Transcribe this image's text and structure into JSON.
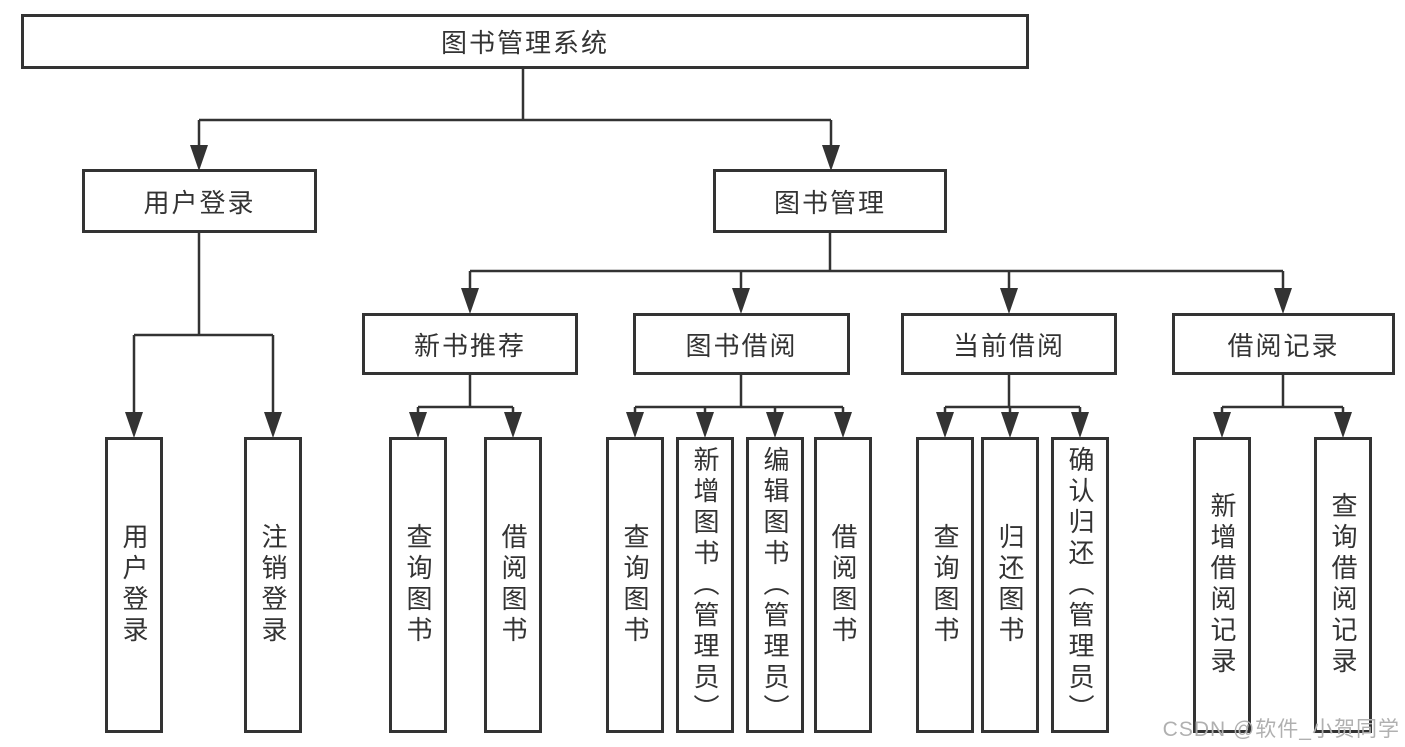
{
  "diagram_title": "图书管理系统",
  "tree": {
    "root": "图书管理系统",
    "branches": [
      {
        "label": "用户登录",
        "children": [
          "用户登录",
          "注销登录"
        ]
      },
      {
        "label": "图书管理",
        "groups": [
          {
            "label": "新书推荐",
            "children": [
              "查询图书",
              "借阅图书"
            ]
          },
          {
            "label": "图书借阅",
            "children": [
              "查询图书",
              "新增图书（管理员）",
              "编辑图书（管理员）",
              "借阅图书"
            ]
          },
          {
            "label": "当前借阅",
            "children": [
              "查询图书",
              "归还图书",
              "确认归还（管理员）"
            ]
          },
          {
            "label": "借阅记录",
            "children": [
              "新增借阅记录",
              "查询借阅记录"
            ]
          }
        ]
      }
    ]
  },
  "watermark": {
    "text": "CSDN @软件_小贺同学"
  },
  "colors": {
    "line": "#333333",
    "box_border": "#333333",
    "text": "#333333",
    "watermark": "#b0b0b0",
    "background": "#ffffff"
  }
}
